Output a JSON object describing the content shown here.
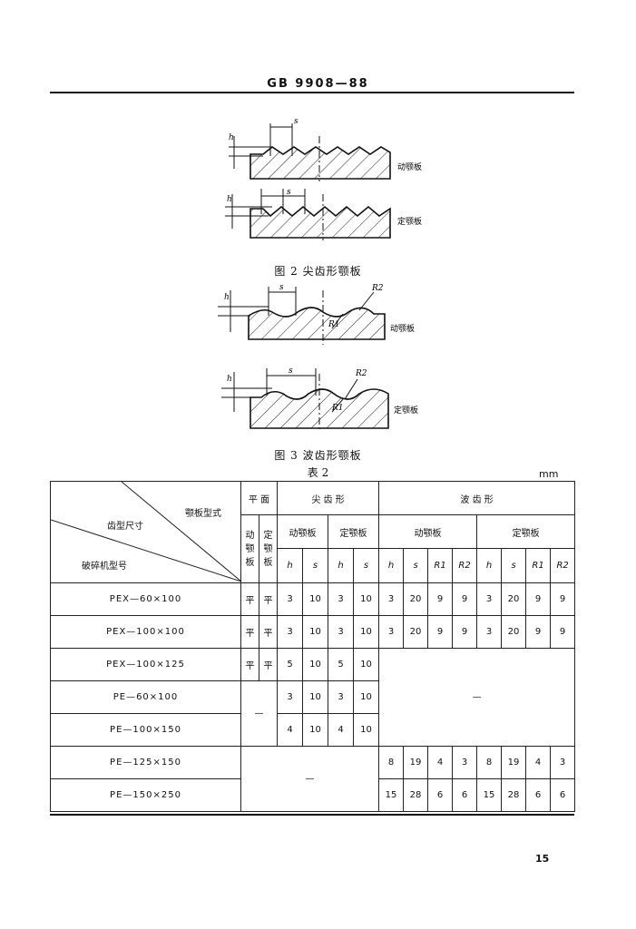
{
  "header": {
    "standard_code": "GB 9908—88"
  },
  "figure2": {
    "caption": "图 2   尖齿形颚板",
    "dim_h": "h",
    "dim_s": "s",
    "label_moving": "动颚板",
    "label_fixed": "定颚板"
  },
  "figure3": {
    "caption": "图 3   波齿形颚板",
    "dim_h": "h",
    "dim_s": "s",
    "r1": "R1",
    "r2": "R2",
    "label_moving": "动颚板",
    "label_fixed": "定颚板"
  },
  "table": {
    "caption": "表 2",
    "unit": "mm",
    "corner": {
      "plate_form": "颚板型式",
      "tooth_dim": "齿型尺寸",
      "crusher_model": "破碎机型号"
    },
    "groups": {
      "flat": "平 面",
      "sharp": "尖 齿 形",
      "wave": "波 齿 形"
    },
    "subgroups": {
      "flat_moving": "动颚板",
      "flat_fixed": "定颚板",
      "sharp_moving": "动颚板",
      "sharp_fixed": "定颚板",
      "wave_moving": "动颚板",
      "wave_fixed": "定颚板"
    },
    "cols": {
      "h": "h",
      "s": "s",
      "r1": "R1",
      "r2": "R2"
    },
    "rows": [
      {
        "model": "PEX—60×100",
        "flat_m": "平",
        "flat_f": "平",
        "sh": [
          "3",
          "10",
          "3",
          "10"
        ],
        "wv": [
          "3",
          "20",
          "9",
          "9",
          "3",
          "20",
          "9",
          "9"
        ]
      },
      {
        "model": "PEX—100×100",
        "flat_m": "平",
        "flat_f": "平",
        "sh": [
          "3",
          "10",
          "3",
          "10"
        ],
        "wv": [
          "3",
          "20",
          "9",
          "9",
          "3",
          "20",
          "9",
          "9"
        ]
      },
      {
        "model": "PEX—100×125",
        "flat_m": "平",
        "flat_f": "平",
        "sh": [
          "5",
          "10",
          "5",
          "10"
        ]
      },
      {
        "model": "PE—60×100",
        "sh": [
          "3",
          "10",
          "3",
          "10"
        ]
      },
      {
        "model": "PE—100×150",
        "sh": [
          "4",
          "10",
          "4",
          "10"
        ]
      },
      {
        "model": "PE—125×150",
        "wv": [
          "8",
          "19",
          "4",
          "3",
          "8",
          "19",
          "4",
          "3"
        ]
      },
      {
        "model": "PE—150×250",
        "wv": [
          "15",
          "28",
          "6",
          "6",
          "15",
          "28",
          "6",
          "6"
        ]
      }
    ],
    "dash": "—"
  },
  "page_number": "15"
}
